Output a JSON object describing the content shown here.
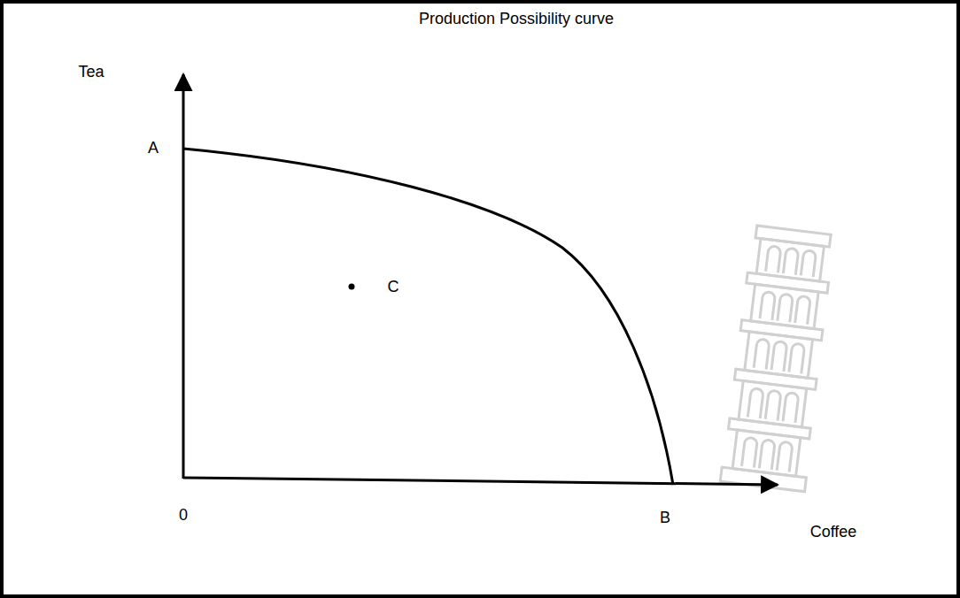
{
  "diagram": {
    "title": "Production Possibility curve",
    "labels": [
      "Tea",
      "A",
      "C",
      "0",
      "B",
      "Coffee"
    ]
  }
}
